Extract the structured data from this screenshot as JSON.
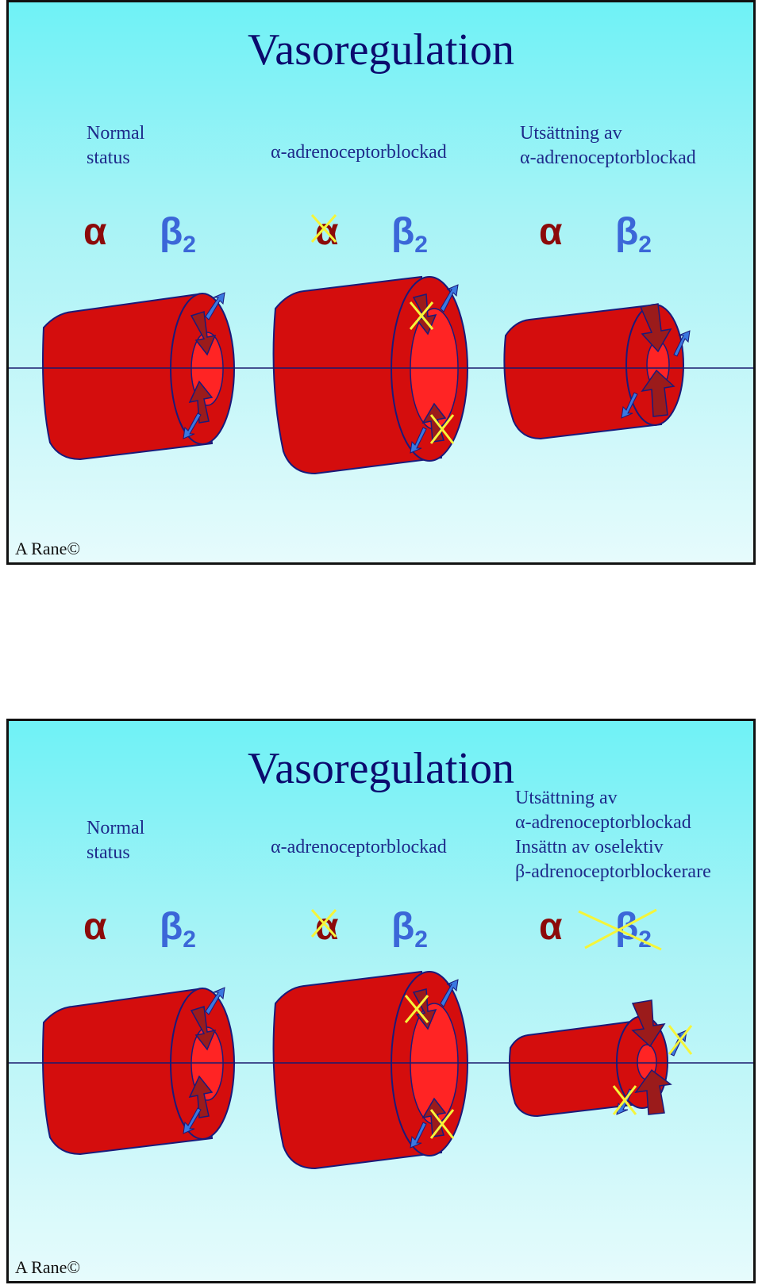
{
  "slides": [
    {
      "title": "Vasoregulation",
      "columns": [
        {
          "label": "Normal\nstatus",
          "alpha": "α",
          "beta": "β",
          "beta_sub": "2"
        },
        {
          "label": "α-adrenoceptorblockad",
          "alpha": "α",
          "beta": "β",
          "beta_sub": "2"
        },
        {
          "label": "Utsättning av\nα-adrenoceptorblockad",
          "alpha": "α",
          "beta": "β",
          "beta_sub": "2"
        }
      ],
      "credit": "A Rane©"
    },
    {
      "title": "Vasoregulation",
      "columns": [
        {
          "label": "Normal\nstatus",
          "alpha": "α",
          "beta": "β",
          "beta_sub": "2"
        },
        {
          "label": "α-adrenoceptorblockad",
          "alpha": "α",
          "beta": "β",
          "beta_sub": "2"
        },
        {
          "label": "Utsättning av\nα-adrenoceptorblockad\nInsättn av oselektiv\nβ-adrenoceptorblockerare",
          "alpha": "α",
          "beta": "β",
          "beta_sub": "2"
        }
      ],
      "credit": "A Rane©"
    }
  ],
  "colors": {
    "vessel": "#d40d0d",
    "lumen": "#ff2424",
    "outline": "#1a1a7a",
    "alpha_arrow": "#9b1b1b",
    "beta_arrow": "#3a78e0",
    "blocked_mark": "#f5f53a",
    "midline": "#1a1a6e"
  }
}
